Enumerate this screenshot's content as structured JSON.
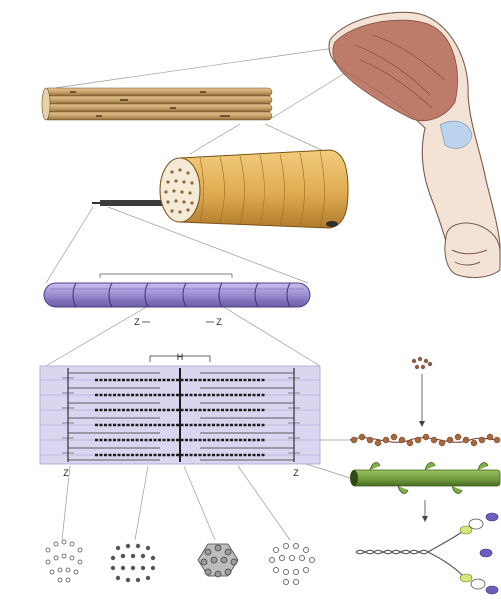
{
  "labels": {
    "z_left_band": "Z",
    "z_right_band": "Z",
    "z_left_sarc": "Z",
    "z_right_sarc": "Z",
    "h_zone": "H"
  },
  "colors": {
    "tendon_tan": "#c9a36a",
    "fascicle_gold": "#e3b25a",
    "fiber_purple": "#9b8bd0",
    "sarcomere_lavender": "#d9d6ef",
    "actin_brown": "#a8673f",
    "myosin_green": "#6f9a3c",
    "skin": "#f3e2d6",
    "muscle_red": "#b8705e"
  }
}
